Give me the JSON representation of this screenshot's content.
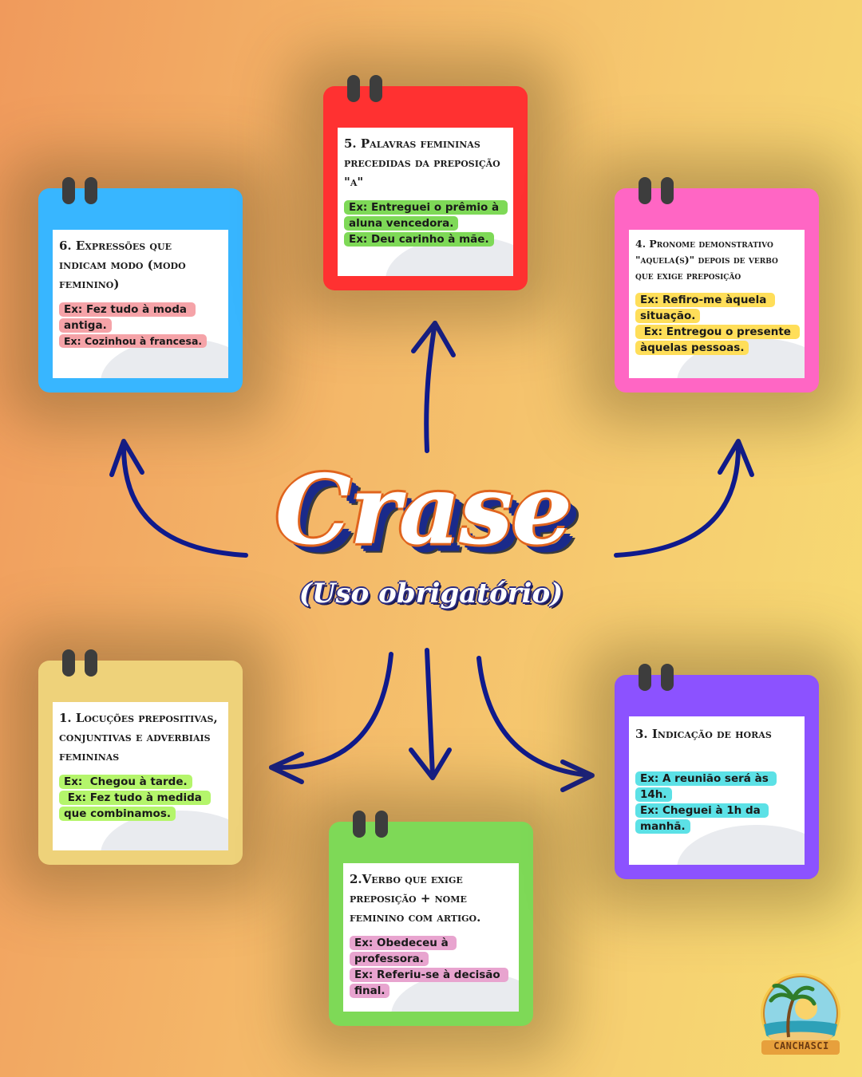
{
  "title": "Crase",
  "subtitle": "(Uso obrigatório)",
  "colors": {
    "arrow": "#0f1a8c",
    "background_left": "#f09a5c",
    "background_right": "#f7dd73"
  },
  "cards": [
    {
      "id": "1",
      "title": "1. Locuções prepositivas, conjuntivas e adverbiais femininas",
      "color": "#eed27a",
      "highlight": "#b4f56b",
      "examples": [
        "Ex:  Chegou à tarde.",
        " Ex: Fez tudo à medida que combinamos."
      ]
    },
    {
      "id": "2",
      "title": "2.Verbo que exige preposição + nome feminino com artigo.",
      "color": "#7ed957",
      "highlight": "#e8a4cf",
      "examples": [
        "Ex: Obedeceu à professora.",
        "Ex: Referiu-se à decisão final."
      ]
    },
    {
      "id": "3",
      "title": "3. Indicação de horas",
      "color": "#8c52ff",
      "highlight": "#5ce1e6",
      "examples": [
        "Ex: A reunião será às 14h.",
        "Ex: Cheguei à 1h da manhã."
      ]
    },
    {
      "id": "4",
      "title": "4. Pronome demonstrativo \"aquela(s)\" depois de verbo que exige preposição",
      "color": "#ff66c4",
      "highlight": "#ffde59",
      "examples": [
        "Ex: Refiro-me àquela situação.",
        " Ex: Entregou o presente àquelas pessoas."
      ]
    },
    {
      "id": "5",
      "title": "5. Palavras femininas precedidas da preposição \"a\"",
      "color": "#ff3131",
      "highlight": "#7ed957",
      "examples": [
        "Ex: Entreguei o prêmio à aluna vencedora.",
        "Ex: Deu carinho à mãe."
      ]
    },
    {
      "id": "6",
      "title": "6. Expressões que indicam modo (modo feminino)",
      "color": "#38b6ff",
      "highlight": "#f5a3a8",
      "examples": [
        "Ex: Fez tudo à moda antiga.",
        "Ex: Cozinhou à francesa."
      ]
    }
  ],
  "logo": {
    "text": "CANCHASCI",
    "icon": "palm-beach-logo"
  }
}
